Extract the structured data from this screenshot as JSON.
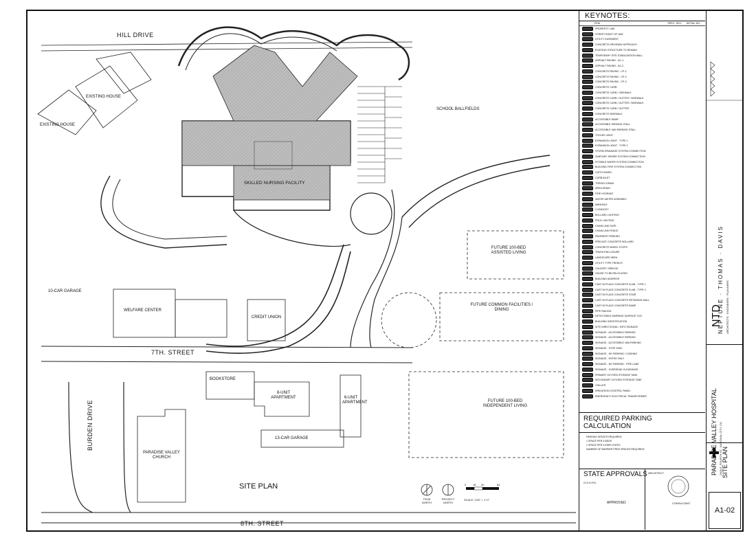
{
  "plan": {
    "title": "SITE PLAN",
    "streets": {
      "hill": "HILL DRIVE",
      "seventh": "7TH. STREET",
      "eighth": "8TH. STREET",
      "burden": "BURDEN DRIVE"
    },
    "labels": {
      "existing_house_1": "EXISTING HOUSE",
      "existing_house_2": "EXISTING HOUSE",
      "snf": "SKILLED NURSING FACILITY",
      "ballfields": "SCHOOL BALLFIELDS",
      "assisted": "FUTURE 100-BED ASSISTED LIVING",
      "common": "FUTURE COMMON FACILITIES / DINING",
      "independent": "FUTURE 100-BED INDEPENDENT LIVING",
      "welfare": "WELFARE CENTER",
      "credit": "CREDIT UNION",
      "bookstore": "BOOKSTORE",
      "apartment8": "8-UNIT APARTMENT",
      "apartment6": "6-UNIT APARTMENT",
      "garage13": "13-CAR GARAGE",
      "garage10": "10-CAR GARAGE",
      "church": "PARADISE VALLEY CHURCH",
      "true_north": "TRUE NORTH",
      "project_north": "PROJECT NORTH",
      "scale": "SCALE: 1/32\" = 1'-0\"",
      "scale_ticks": [
        "0",
        "16",
        "32",
        "64"
      ]
    }
  },
  "keynotes": {
    "title": "KEYNOTES:",
    "headers": [
      "ITEM",
      "SPEC. SEC.",
      "DETAIL NO."
    ],
    "items": [
      "PROPERTY LINE",
      "STREET RIGHT OF WAY",
      "UTILITY EASEMENT",
      "CONCRETE DRIVEWAY APPROACH",
      "EXISTING STRUCTURE TO REMAIN",
      "TEMPORARY SITE STABILIZATION WALL",
      "ASPHALT PAVING - AC-1",
      "ASPHALT PAVING - AC-2",
      "CONCRETE PAVING - CP-1",
      "CONCRETE PAVING - CP-2",
      "CONCRETE PAVING - CP-3",
      "CONCRETE CURB",
      "CONCRETE CURB / SIDEWALK",
      "CONCRETE CURB / GUTTER / SIDEWALK",
      "CONCRETE CURB / GUTTER / SIDEWALK",
      "CONCRETE CURB / GUTTER",
      "CONCRETE SIDEWALK",
      "ACCESSIBLE RAMP",
      "ACCESSIBLE PARKING STALL",
      "ACCESSIBLE VAN PARKING STALL",
      "TOOLED JOINT",
      "EXPANSION JOINT - TYPE 1",
      "EXPANSION JOINT - TYPE 2",
      "STORM DRAINAGE SYSTEM CONNECTION",
      "SANITARY SEWER SYSTEM CONNECTION",
      "POTABLE WATER SYSTEM CONNECTION",
      "BUILDING FIRE SYSTEM CONNECTION",
      "CATCH BASIN",
      "CURB INLET",
      "TRENCH DRAIN",
      "AREA DRAIN",
      "FIRE HYDRANT",
      "WATER METER ASSEMBLY",
      "MANHOLE",
      "CLEANOUT",
      "BOLLARD LIGHTING",
      "POLE LIGHTING",
      "CHAIN LINK GATE",
      "CHAIN LINK FENCE",
      "PAVEMENT PARKING",
      "PRECAST CONCRETE BOLLARD",
      "CONCRETE WHEEL STOPS",
      "TRASH ENCLOSURE",
      "LANDSCAPE AREA",
      "UTILITY TYPE TRENCH",
      "CULVERT / BRIDGE",
      "HOUSE TO BE RELOCATED",
      "BUILDING ADDRESS",
      "CAST IN PLACE CONCRETE SLAB - TYPE 1",
      "CAST IN PLACE CONCRETE SLAB - TYPE 2",
      "CAST IN PLACE CONCRETE STAIR",
      "CAST IN PLACE CONCRETE RETAINING WALL",
      "CAST IN PLACE CONCRETE RAMP",
      "PIPE RAILING",
      "DETECTABLE WARNING SURFACE TILE",
      "BUILDING IDENTIFICATION",
      "SITE DIRECTIONAL / INFO SIGNAGE",
      "SIGNAGE - ACCESSIBLE PARKING",
      "SIGNAGE - ACCESSIBLE PARKING",
      "SIGNAGE - ACCESSIBLE VAN PARKING",
      "SIGNAGE - STOP SIGN",
      "SIGNAGE - NO PARKING / LOADING",
      "SIGNAGE - ENTER ONLY",
      "SIGNAGE - NO PARKING - FIRE LANE",
      "SIGNAGE - OVERHEAD CLEARANCE",
      "PRIMARY OXYGEN STORAGE TANK",
      "SECONDARY OXYGEN STORAGE TANK",
      "CHILLER",
      "IRRIGATION CONTROL PANEL",
      "EMERGENCY ELECTRICAL TRANSFORMER"
    ]
  },
  "parking": {
    "title": "REQUIRED PARKING CALCULATION",
    "lines": [
      "PARKING SPACES REQUIRED:",
      "1 SPACE PER 3 BEDS",
      "1 SPACE PER 3 EMPLOYEES",
      "NUMBER OF BARRIER FREE SPACES REQUIRED:"
    ]
  },
  "approvals": {
    "title": "STATE APPROVALS",
    "architect": "ARCHITECT",
    "consultant": "CONSULTANT",
    "osr": "O.S.H.P.D.",
    "approved": "APPROVED"
  },
  "title_block": {
    "firm_short": "NTD",
    "firm": "NEPTUNE · THOMAS · DAVIS",
    "firm_sub": "ARCHITECTS · ENGINEERS · PLANNERS",
    "project": "PARADISE VALLEY HOSPITAL",
    "address": "2400 E. FOURTH ST., NATIONAL CITY, CA",
    "drawing_title": "SITE PLAN",
    "sheet": "A1-02"
  }
}
